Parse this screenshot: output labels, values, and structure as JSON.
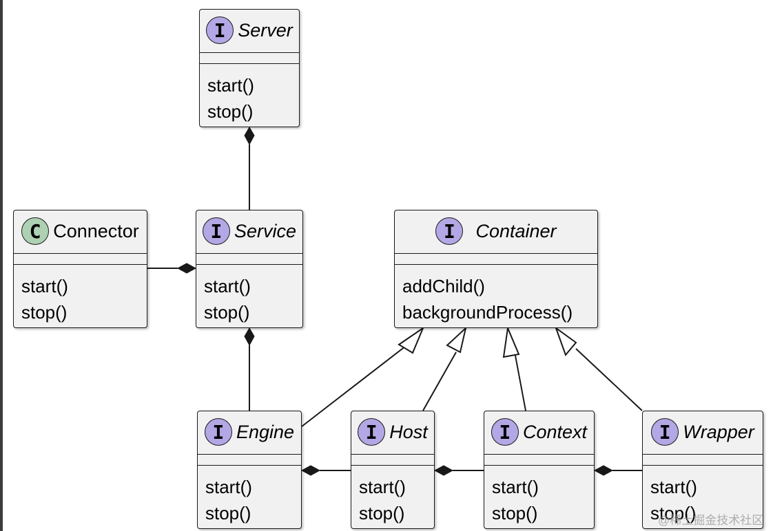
{
  "classes": {
    "server": {
      "name": "Server",
      "stereotype": "I",
      "kind": "interface",
      "methods": [
        "start()",
        "stop()"
      ]
    },
    "connector": {
      "name": "Connector",
      "stereotype": "C",
      "kind": "class",
      "methods": [
        "start()",
        "stop()"
      ]
    },
    "service": {
      "name": "Service",
      "stereotype": "I",
      "kind": "interface",
      "methods": [
        "start()",
        "stop()"
      ]
    },
    "container": {
      "name": "Container",
      "stereotype": "I",
      "kind": "interface",
      "methods": [
        "addChild()",
        "backgroundProcess()"
      ]
    },
    "engine": {
      "name": "Engine",
      "stereotype": "I",
      "kind": "interface",
      "methods": [
        "start()",
        "stop()"
      ]
    },
    "host": {
      "name": "Host",
      "stereotype": "I",
      "kind": "interface",
      "methods": [
        "start()",
        "stop()"
      ]
    },
    "context": {
      "name": "Context",
      "stereotype": "I",
      "kind": "interface",
      "methods": [
        "start()",
        "stop()"
      ]
    },
    "wrapper": {
      "name": "Wrapper",
      "stereotype": "I",
      "kind": "interface",
      "methods": [
        "start()",
        "stop()"
      ]
    }
  },
  "relations": [
    {
      "type": "composition",
      "whole": "server",
      "part": "service"
    },
    {
      "type": "composition",
      "whole": "service",
      "part": "connector"
    },
    {
      "type": "composition",
      "whole": "service",
      "part": "engine"
    },
    {
      "type": "composition",
      "whole": "engine",
      "part": "host"
    },
    {
      "type": "composition",
      "whole": "host",
      "part": "context"
    },
    {
      "type": "composition",
      "whole": "context",
      "part": "wrapper"
    },
    {
      "type": "inheritance",
      "parent": "container",
      "child": "engine"
    },
    {
      "type": "inheritance",
      "parent": "container",
      "child": "host"
    },
    {
      "type": "inheritance",
      "parent": "container",
      "child": "context"
    },
    {
      "type": "inheritance",
      "parent": "container",
      "child": "wrapper"
    }
  ],
  "colors": {
    "interface_badge": "#b4a7e5",
    "class_badge": "#add1b2",
    "box_fill": "#f1f1f1",
    "line": "#181818"
  },
  "watermark": "@稀土掘金技术社区"
}
